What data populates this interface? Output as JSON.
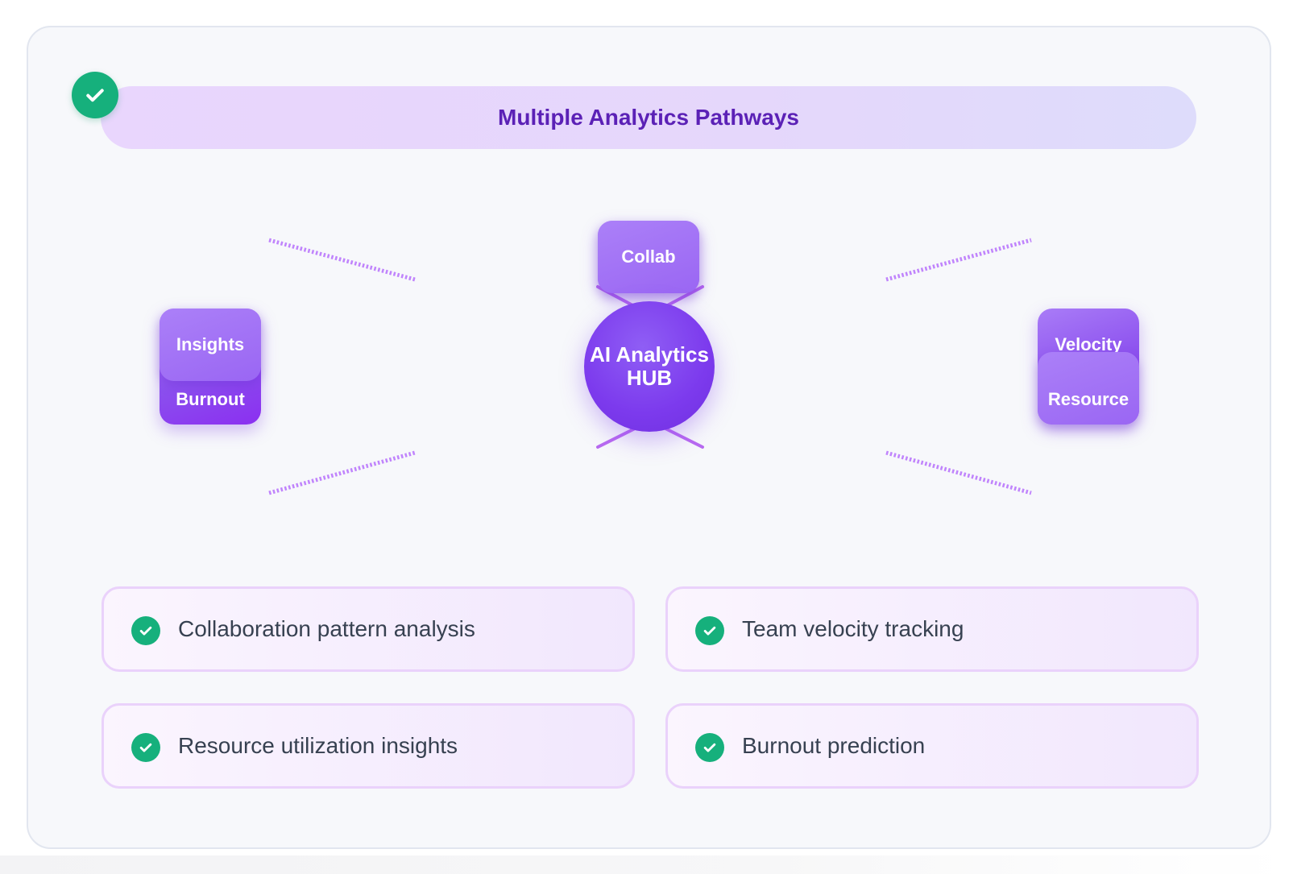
{
  "banner": {
    "title": "Multiple Analytics Pathways",
    "check_icon": "check-circle-icon"
  },
  "hub": {
    "line1": "AI Analytics",
    "line2": "HUB"
  },
  "nodes": {
    "top": "Collab",
    "left_front": "Insights",
    "left_back": "Burnout",
    "right_front": "Velocity",
    "right_back": "Resource"
  },
  "features": [
    {
      "label": "Collaboration pattern analysis",
      "icon": "check-circle-icon"
    },
    {
      "label": "Team velocity tracking",
      "icon": "check-circle-icon"
    },
    {
      "label": "Resource utilization insights",
      "icon": "check-circle-icon"
    },
    {
      "label": "Burnout prediction",
      "icon": "check-circle-icon"
    }
  ],
  "colors": {
    "accent": "#7c3aed",
    "title": "#5b21b6",
    "success": "#16b07c",
    "connector": "#c084fc"
  }
}
